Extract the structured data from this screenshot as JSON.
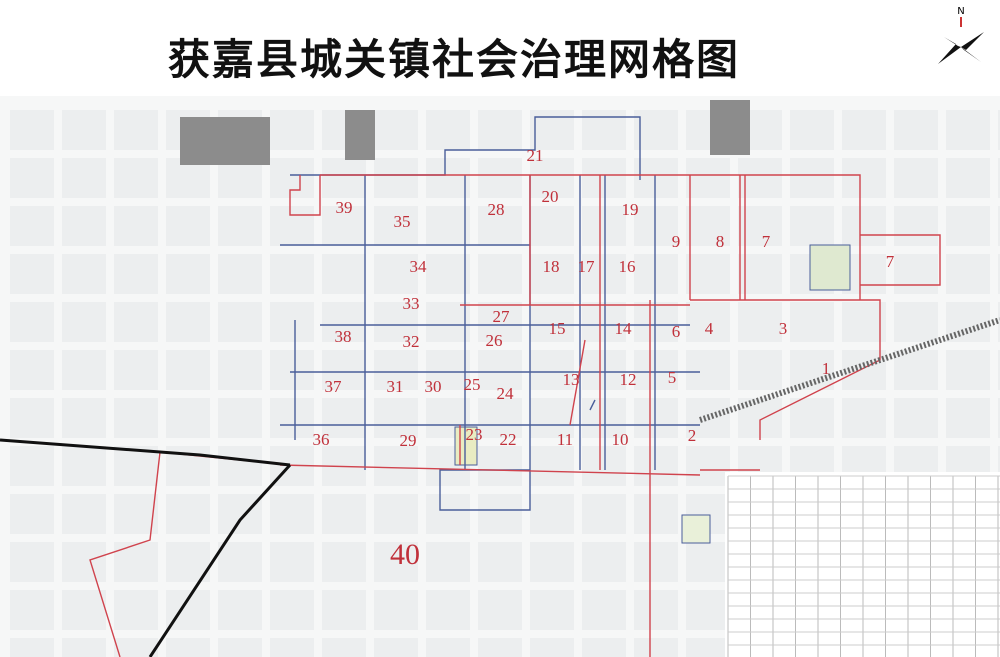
{
  "title": "获嘉县城关镇社会治理网格图",
  "compass": {
    "label": "N",
    "icon": "north-arrow-icon"
  },
  "colors": {
    "grid_red": "#d0434d",
    "grid_blue": "#4a5e9a",
    "railway": "#111111",
    "label": "#c0303a",
    "block": "#eceeef",
    "building_dark": "#8c8c8c"
  },
  "grids": [
    {
      "id": "1"
    },
    {
      "id": "2"
    },
    {
      "id": "3"
    },
    {
      "id": "4"
    },
    {
      "id": "5"
    },
    {
      "id": "6"
    },
    {
      "id": "7"
    },
    {
      "id": "7"
    },
    {
      "id": "8"
    },
    {
      "id": "9"
    },
    {
      "id": "10"
    },
    {
      "id": "11"
    },
    {
      "id": "12"
    },
    {
      "id": "13"
    },
    {
      "id": "14"
    },
    {
      "id": "15"
    },
    {
      "id": "16"
    },
    {
      "id": "17"
    },
    {
      "id": "18"
    },
    {
      "id": "19"
    },
    {
      "id": "20"
    },
    {
      "id": "21"
    },
    {
      "id": "22"
    },
    {
      "id": "23"
    },
    {
      "id": "24"
    },
    {
      "id": "25"
    },
    {
      "id": "26"
    },
    {
      "id": "27"
    },
    {
      "id": "28"
    },
    {
      "id": "29"
    },
    {
      "id": "30"
    },
    {
      "id": "31"
    },
    {
      "id": "32"
    },
    {
      "id": "33"
    },
    {
      "id": "34"
    },
    {
      "id": "35"
    },
    {
      "id": "36"
    },
    {
      "id": "37"
    },
    {
      "id": "38"
    },
    {
      "id": "39"
    },
    {
      "id": "40"
    }
  ]
}
